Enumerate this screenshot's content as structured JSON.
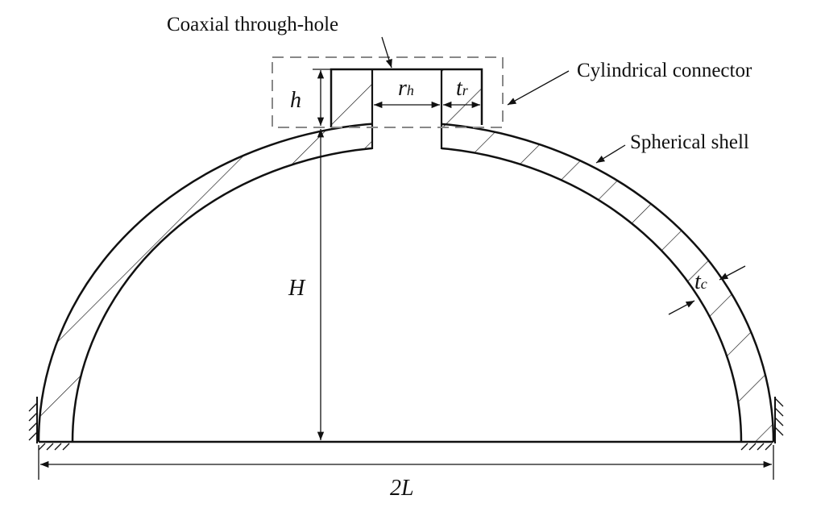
{
  "labels": {
    "through_hole": "Coaxial through-hole",
    "connector": "Cylindrical connector",
    "shell": "Spherical shell"
  },
  "dimensions": {
    "h": "h",
    "r_main": "r",
    "r_sub": "h",
    "t_main": "t",
    "tr_sub": "r",
    "tc_sub": "c",
    "H": "H",
    "span": "2L"
  }
}
